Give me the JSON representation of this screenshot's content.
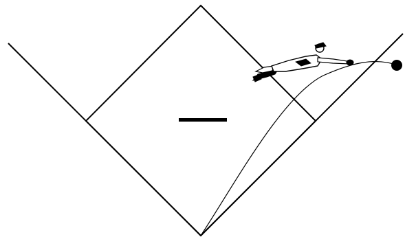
{
  "diagram": {
    "background_color": "#ffffff",
    "line_color": "#000000",
    "elements": [
      "baseball-field-foul-lines",
      "infield-diamond",
      "pitchers-mound",
      "fielder-diving",
      "ball-trajectory",
      "baseball"
    ]
  }
}
